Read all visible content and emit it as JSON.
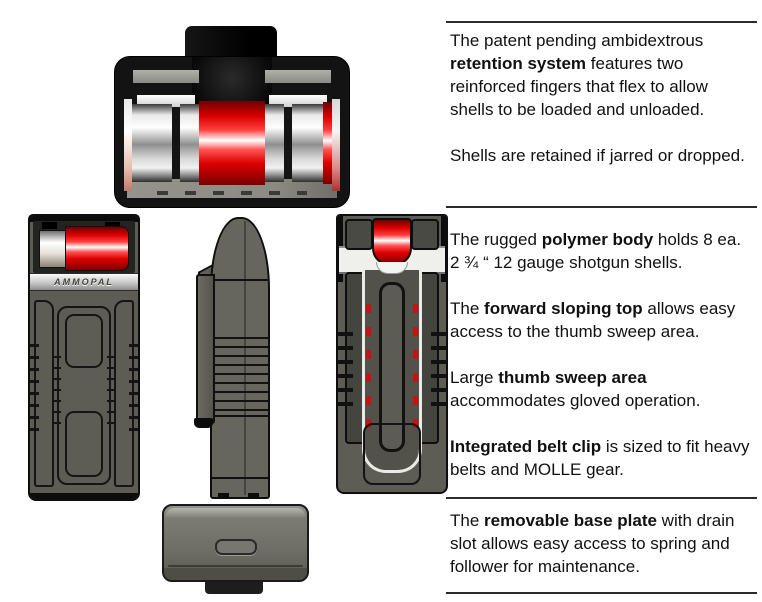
{
  "brand": {
    "logo_text": "AMMOPAL"
  },
  "colors": {
    "background": "#ffffff",
    "body_grey": "#5d5d55",
    "dark_grey": "#45453f",
    "housing_black": "#131313",
    "shell_red": "#e00000",
    "chrome_light": "#f2f2f2",
    "text": "#111111",
    "rule": "#2b2b2b"
  },
  "text_panel": {
    "retention": {
      "p1": {
        "s0": "The patent pending ambidextrous ",
        "b": "retention system",
        "s1": " features two reinforced fingers that flex to allow shells to be loaded and unloaded."
      },
      "p2": "Shells are retained if jarred or dropped."
    },
    "body": {
      "p1": {
        "s0": "The rugged ",
        "b": "polymer body",
        "s1": " holds 8 ea. 2 ¾ “ 12 gauge shotgun shells."
      },
      "p2": {
        "s0": "The ",
        "b": "forward sloping top",
        "s1": " allows easy access to the thumb sweep area."
      },
      "p3": {
        "s0": "Large ",
        "b": "thumb sweep area",
        "s1": " accommodates gloved operation."
      },
      "p4": {
        "s0": "",
        "b": "Integrated belt clip",
        "s1": " is sized to fit heavy belts and MOLLE gear."
      }
    },
    "base": {
      "p1": {
        "s0": "The ",
        "b": "removable base plate",
        "s1": " with drain slot allows easy access to spring and follower for maintenance."
      }
    }
  }
}
